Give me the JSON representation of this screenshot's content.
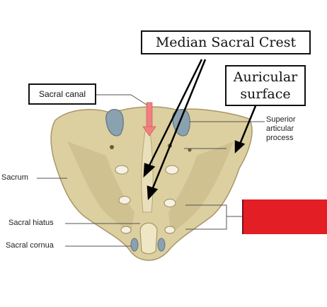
{
  "labels": {
    "median_sacral_crest": "Median Sacral Crest",
    "auricular_line1": "Auricular",
    "auricular_line2": "surface",
    "sacral_canal": "Sacral canal",
    "superior_line1": "Superior",
    "superior_line2": "articular",
    "superior_line3": "process",
    "sacrum": "Sacrum",
    "sacral_hiatus": "Sacral hiatus",
    "sacral_cornua": "Sacral cornua"
  },
  "colors": {
    "bone": "#dccfa0",
    "bone_shadow": "#b9a877",
    "foramen": "#f5f1e4",
    "articular": "#8aa2b0",
    "canal_arrow": "#f08080",
    "redbox": "#e31e24",
    "leader": "#555555"
  }
}
